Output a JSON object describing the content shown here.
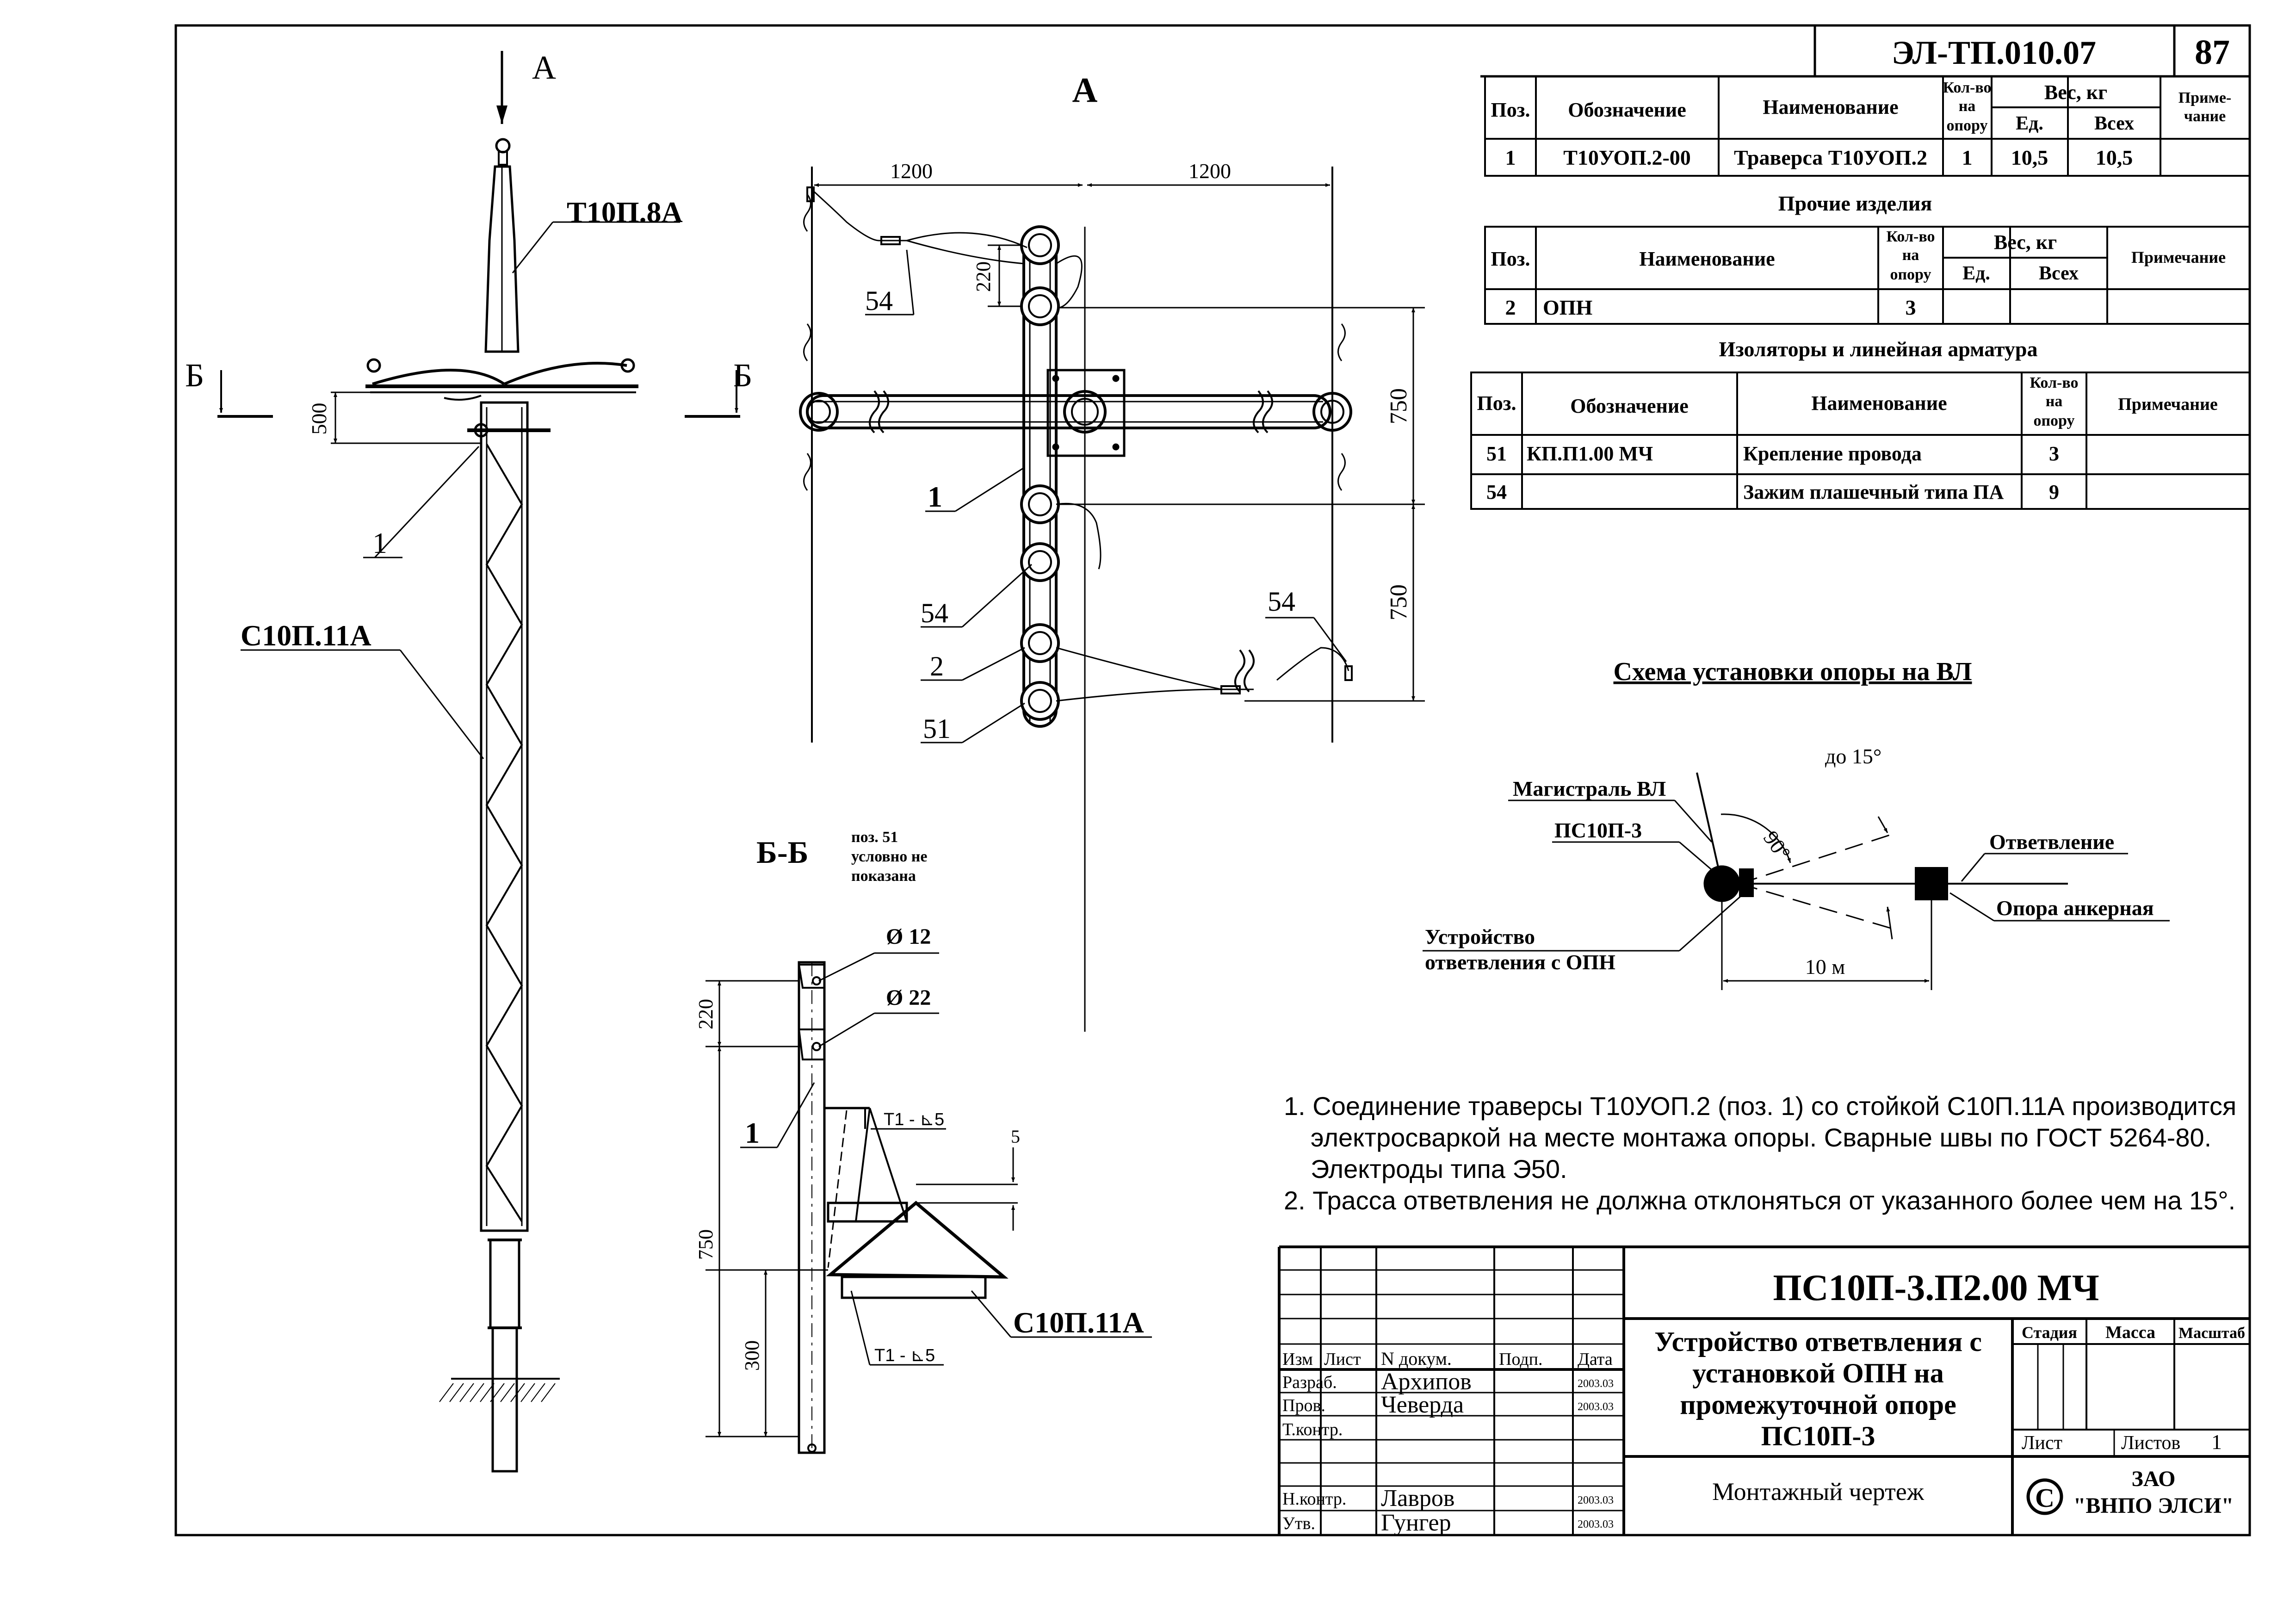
{
  "sheet": {
    "doc_code": "ЭЛ-ТП.010.07",
    "page_number": "87"
  },
  "main_table": {
    "headers": {
      "pos": "Поз.",
      "designation": "Обозначение",
      "name": "Наименование",
      "qty": [
        "Кол-во",
        "на",
        "опору"
      ],
      "weight": "Вес, кг",
      "unit": "Ед.",
      "total": "Всех",
      "note": [
        "Приме-",
        "чание"
      ]
    },
    "rows": [
      {
        "pos": "1",
        "designation": "Т10УОП.2-00",
        "name": "Траверса Т10УОП.2",
        "qty": "1",
        "unit": "10,5",
        "total": "10,5",
        "note": ""
      }
    ]
  },
  "other_items": {
    "title": "Прочие изделия",
    "headers": {
      "pos": "Поз.",
      "name": "Наименование",
      "qty": [
        "Кол-во",
        "на",
        "опору"
      ],
      "weight": "Вес, кг",
      "unit": "Ед.",
      "total": "Всех",
      "note": "Примечание"
    },
    "rows": [
      {
        "pos": "2",
        "name": "ОПН",
        "qty": "3"
      }
    ]
  },
  "insulators": {
    "title": "Изоляторы и линейная арматура",
    "headers": {
      "pos": "Поз.",
      "designation": "Обозначение",
      "name": "Наименование",
      "qty": [
        "Кол-во",
        "на",
        "опору"
      ],
      "note": "Примечание"
    },
    "rows": [
      {
        "pos": "51",
        "designation": "КП.П1.00 МЧ",
        "name": "Крепление провода",
        "qty": "3"
      },
      {
        "pos": "54",
        "designation": "",
        "name": "Зажим плашечный типа ПА",
        "qty": "9"
      }
    ]
  },
  "pole_view": {
    "view_arrow": "А",
    "section_left": "Б",
    "section_right": "Б",
    "label_top": "Т10П.8А",
    "label_traverse": "1",
    "label_post": "С10П.11А",
    "dim_500": "500"
  },
  "view_a": {
    "title": "А",
    "dim_left": "1200",
    "dim_right": "1200",
    "dim_220": "220",
    "dim_750_top": "750",
    "dim_750_bottom": "750",
    "pos_54_top": "54",
    "pos_1": "1",
    "pos_54_mid": "54",
    "pos_2": "2",
    "pos_51": "51",
    "pos_54_right": "54"
  },
  "section_bb": {
    "title": "Б-Б",
    "note": [
      "поз. 51",
      "условно не",
      "показана"
    ],
    "dia_12": "Ø 12",
    "dia_22": "Ø 22",
    "dim_220": "220",
    "dim_750": "750",
    "dim_300": "300",
    "dim_5": "5",
    "weld_top": "Т1 - ⊾5",
    "weld_bottom": "Т1 - ⊾5",
    "pos_1": "1",
    "post_label": "С10П.11А"
  },
  "scheme": {
    "title": "Схема установки опоры на ВЛ",
    "angle_label": "до 15°",
    "angle_90": "90°",
    "main_line": "Магистраль ВЛ",
    "pole_name": "ПС10П-3",
    "branch": "Ответвление",
    "anchor_pole": "Опора анкерная",
    "device": [
      "Устройство",
      "ответвления с ОПН"
    ],
    "dist": "10 м"
  },
  "notes": [
    "1. Соединение траверсы Т10УОП.2 (поз. 1) со стойкой С10П.11А производится",
    "электросваркой на месте монтажа опоры. Сварные швы по ГОСТ 5264-80.",
    "Электроды типа Э50.",
    "2. Трасса ответвления не должна отклоняться от указанного более чем на 15°."
  ],
  "title_block": {
    "code": "ПС10П-3.П2.00 МЧ",
    "title": [
      "Устройство ответвления с",
      "установкой ОПН на",
      "промежуточной опоре",
      "ПС10П-3"
    ],
    "doc_type": "Монтажный чертеж",
    "stage": "Стадия",
    "mass": "Масса",
    "scale": "Масштаб",
    "sheet": "Лист",
    "sheets": "Листов",
    "sheets_count": "1",
    "company": [
      "ЗАО",
      "\"ВНПО ЭЛСИ\""
    ],
    "copyright_icon": "copyright-icon",
    "col_headers": {
      "izm": "Изм",
      "list": "Лист",
      "ndoc": "N докум.",
      "podp": "Подп.",
      "date": "Дата"
    },
    "roles": [
      {
        "role": "Разраб.",
        "name": "Архипов",
        "date": "2003.03"
      },
      {
        "role": "Пров.",
        "name": "Чеверда",
        "date": "2003.03"
      },
      {
        "role": "Т.контр.",
        "name": "",
        "date": ""
      },
      {
        "role": "Н.контр.",
        "name": "Лавров",
        "date": "2003.03"
      },
      {
        "role": "Утв.",
        "name": "Гунгер",
        "date": "2003.03"
      }
    ]
  }
}
